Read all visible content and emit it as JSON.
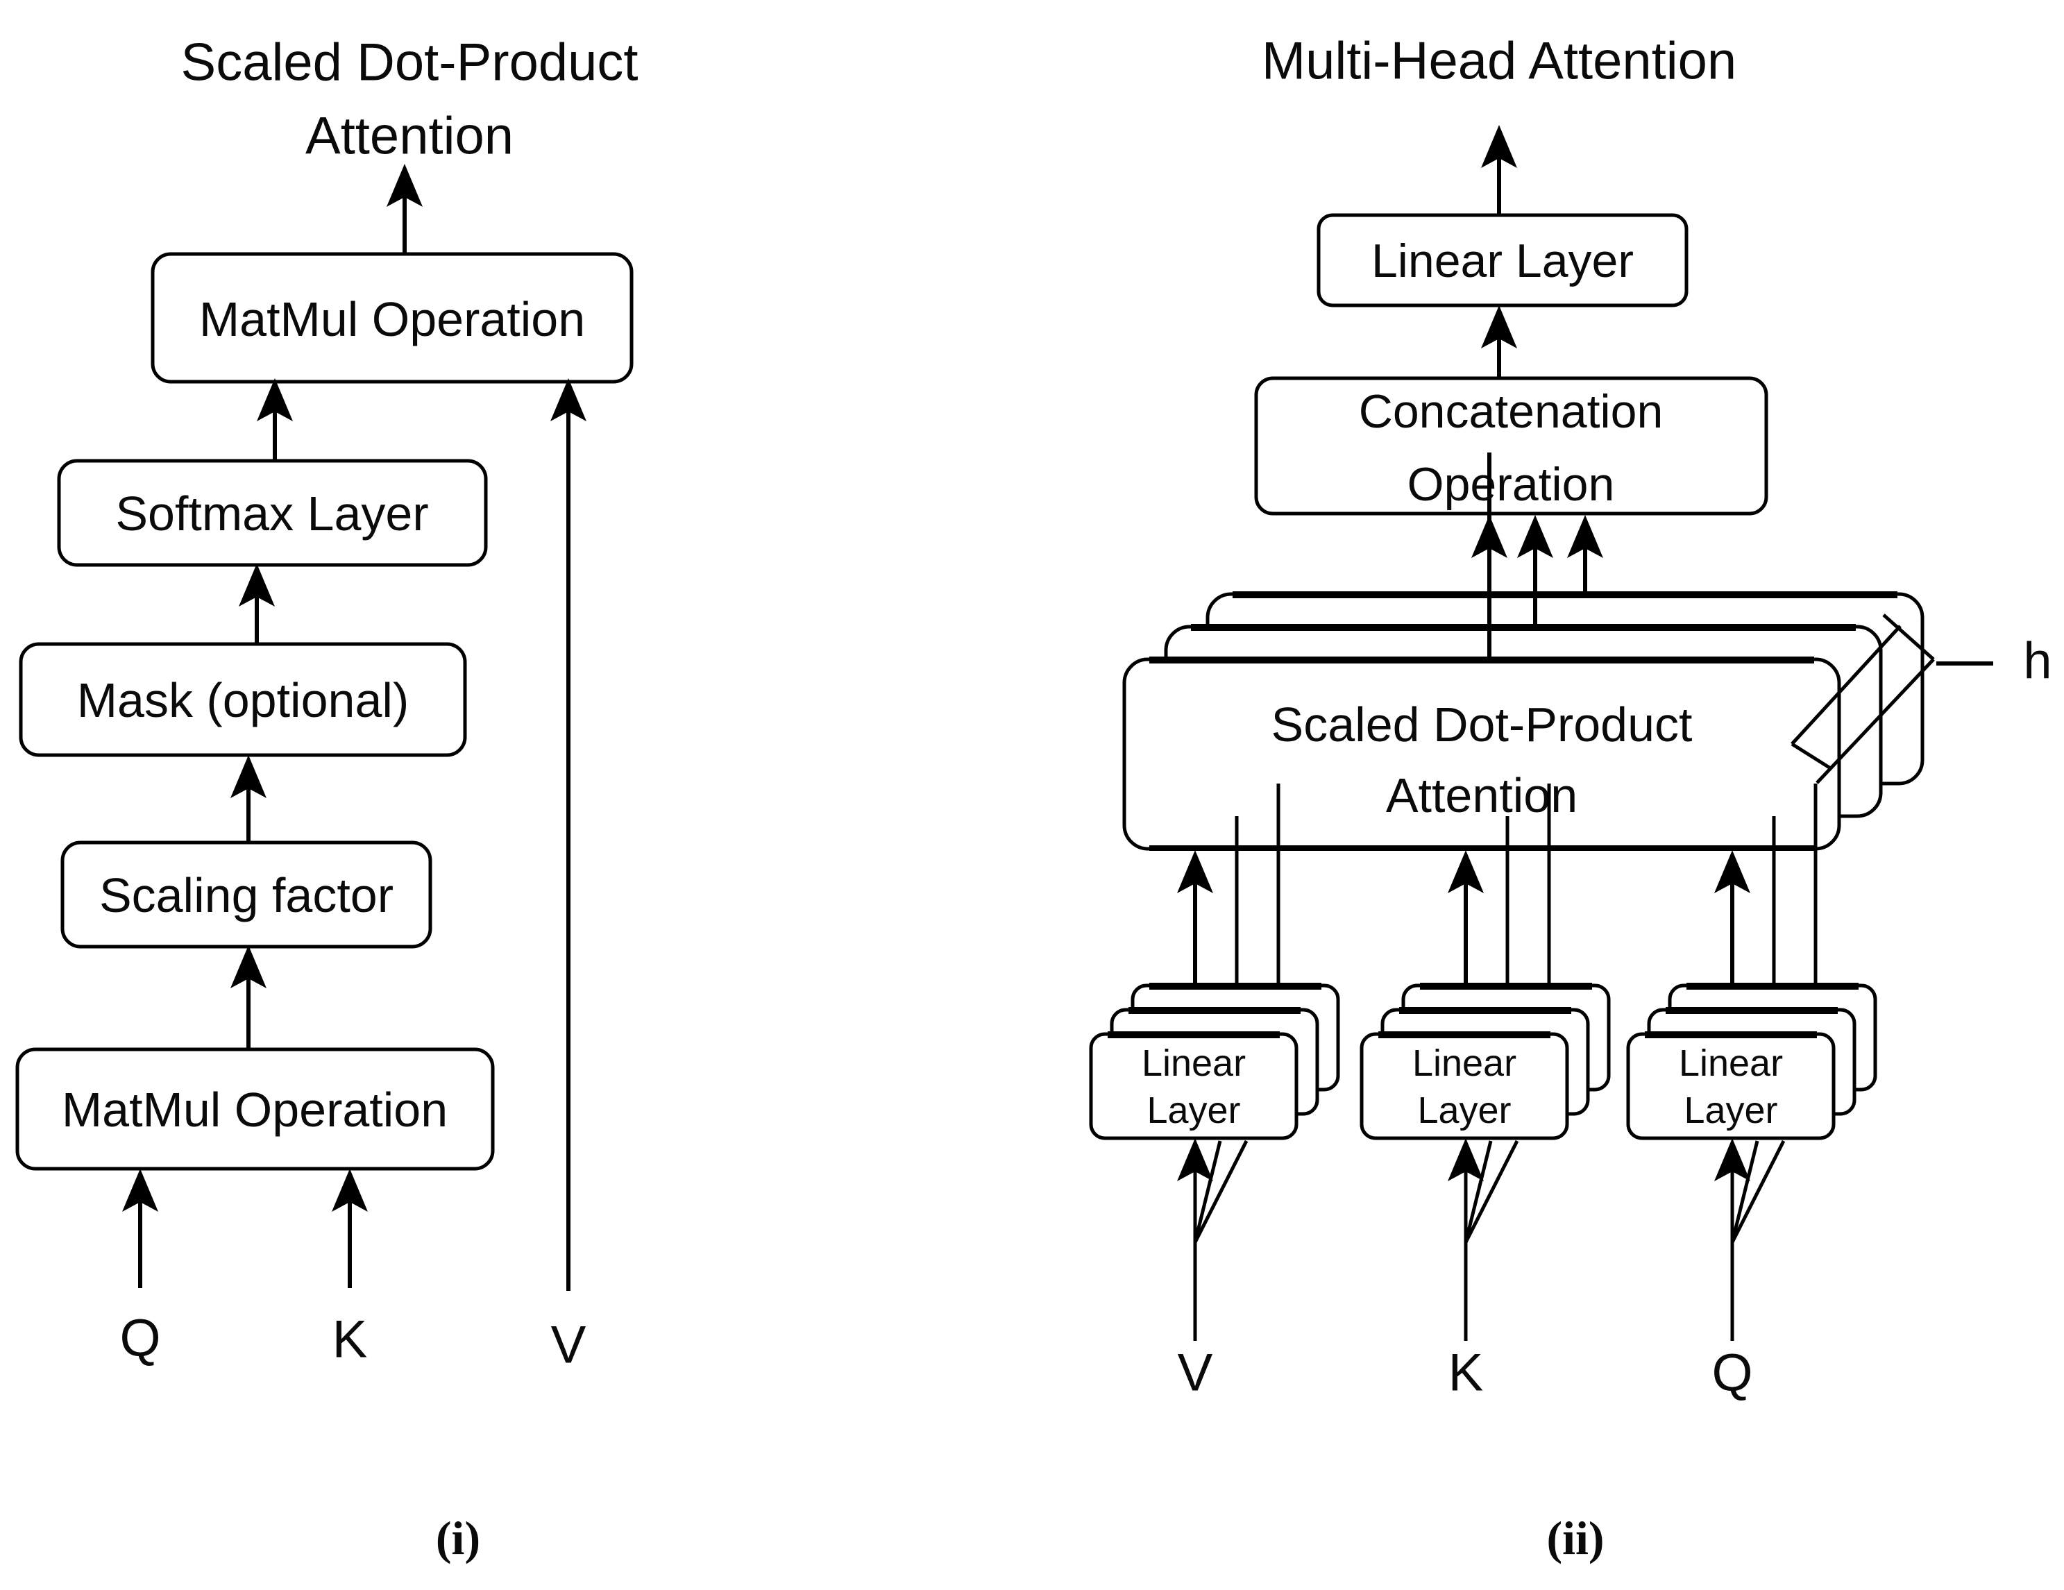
{
  "figure": {
    "background_color": "#ffffff",
    "line_color": "#000000",
    "panel_i": {
      "caption": "(i)",
      "title_line1": "Scaled Dot-Product",
      "title_line2": "Attention",
      "box_matmul_top": "MatMul Operation",
      "box_softmax": "Softmax Layer",
      "box_mask": "Mask (optional)",
      "box_scaling": "Scaling factor",
      "box_matmul_bottom": "MatMul Operation",
      "input_q": "Q",
      "input_k": "K",
      "input_v": "V"
    },
    "panel_ii": {
      "caption": "(ii)",
      "title": "Multi-Head Attention",
      "box_linear_out": "Linear Layer",
      "box_concat_line1": "Concatenation",
      "box_concat_line2": "Operation",
      "box_sdpa_line1": "Scaled Dot-Product",
      "box_sdpa_line2": "Attention",
      "linear_stack_line1": "Linear",
      "linear_stack_line2": "Layer",
      "heads_label": "h",
      "input_v": "V",
      "input_k": "K",
      "input_q": "Q"
    }
  }
}
